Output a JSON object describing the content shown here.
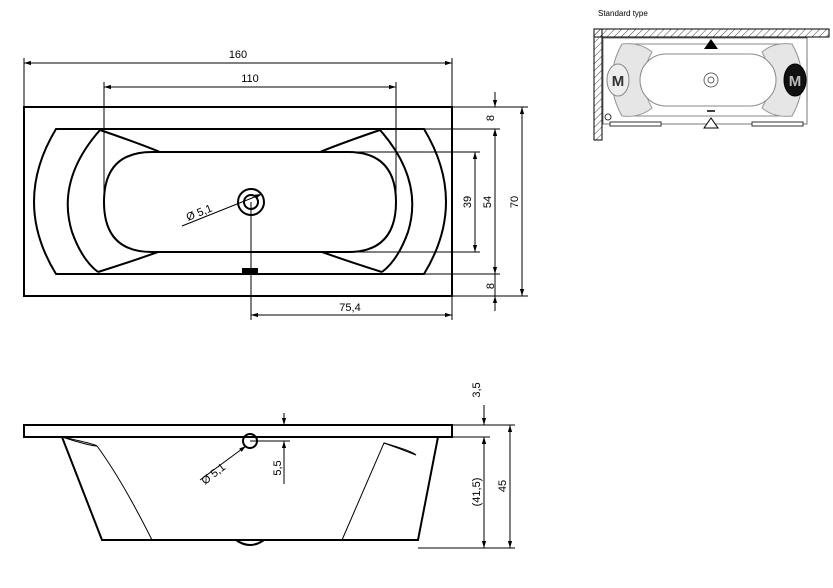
{
  "top_view": {
    "dims": {
      "overall_length": "160",
      "inner_length": "110",
      "outlet_offset": "75,4",
      "drain_diameter": "Ø 5,1",
      "rim_top": "8",
      "rim_bottom": "8",
      "inner_width": "39",
      "basin_width": "54",
      "overall_width": "70"
    }
  },
  "side_view": {
    "dims": {
      "rim_thickness": "3,5",
      "overflow_diameter": "Ø 5,1",
      "overflow_offset": "5,5",
      "depth_inner": "(41,5)",
      "depth_total": "45"
    }
  },
  "inset": {
    "title": "Standard type",
    "left_mark": "M",
    "right_mark": "M"
  }
}
